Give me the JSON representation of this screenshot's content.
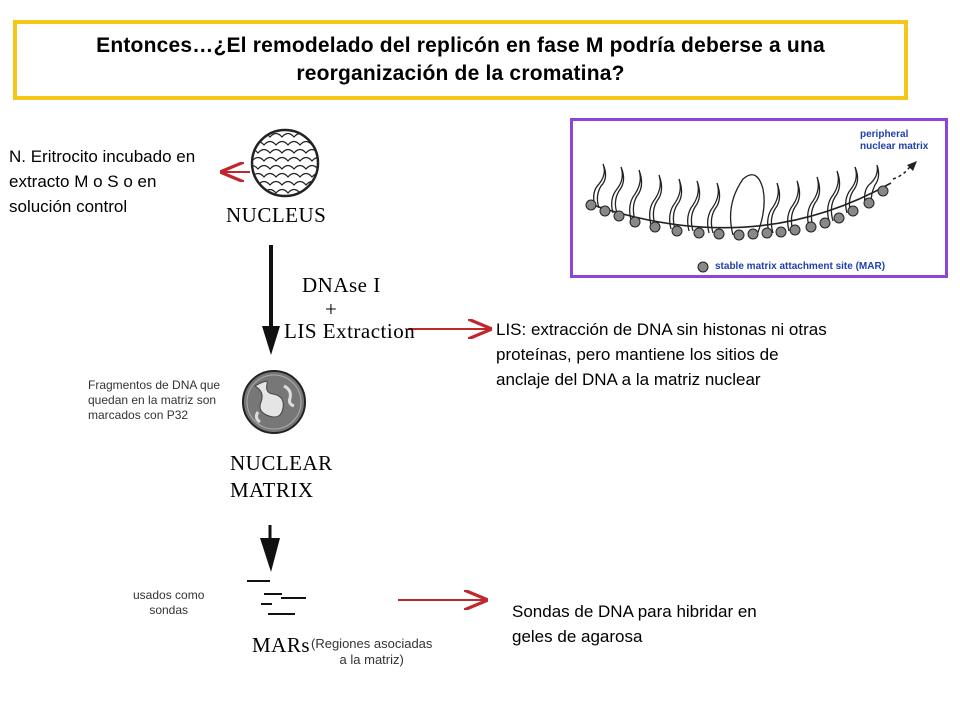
{
  "title": {
    "line1": "Entonces…¿El remodelado del replicón  en fase M podría deberse a una",
    "line2": "reorganización de la cromatina?"
  },
  "left_note": {
    "line1": "N. Eritrocito incubado en",
    "line2": "extracto M o S o en",
    "line3": "solución control"
  },
  "flow": {
    "nucleus_label": "NUCLEUS",
    "step1_line1": "DNAse I",
    "step1_plus": "+",
    "step1_line2": "LIS Extraction",
    "fragments_note": {
      "line1": "Fragmentos de DNA que",
      "line2": "quedan en la matriz son",
      "line3": "marcados con P32"
    },
    "matrix_label_line1": "NUCLEAR",
    "matrix_label_line2": "MATRIX",
    "probes_note": {
      "line1": "usados como",
      "line2": "sondas"
    },
    "mars_label": "MARs",
    "mars_note": {
      "line1": "(Regiones asociadas",
      "line2": "a la matriz)"
    }
  },
  "lis_note": {
    "line1": "LIS: extracción de DNA sin histonas ni otras",
    "line2": "proteínas, pero mantiene los sitios de",
    "line3": "anclaje del DNA a la matriz nuclear"
  },
  "probes_result": {
    "line1": "Sondas de DNA para hibridar en",
    "line2": "geles de agarosa"
  },
  "inset": {
    "label_matrix_line1": "peripheral",
    "label_matrix_line2": "nuclear matrix",
    "legend": "stable matrix attachment site (MAR)"
  },
  "colors": {
    "title_border": "#f5c518",
    "arrow": "#c0272d",
    "inset_border": "#8e44d6",
    "inset_text": "#1f3fae"
  }
}
